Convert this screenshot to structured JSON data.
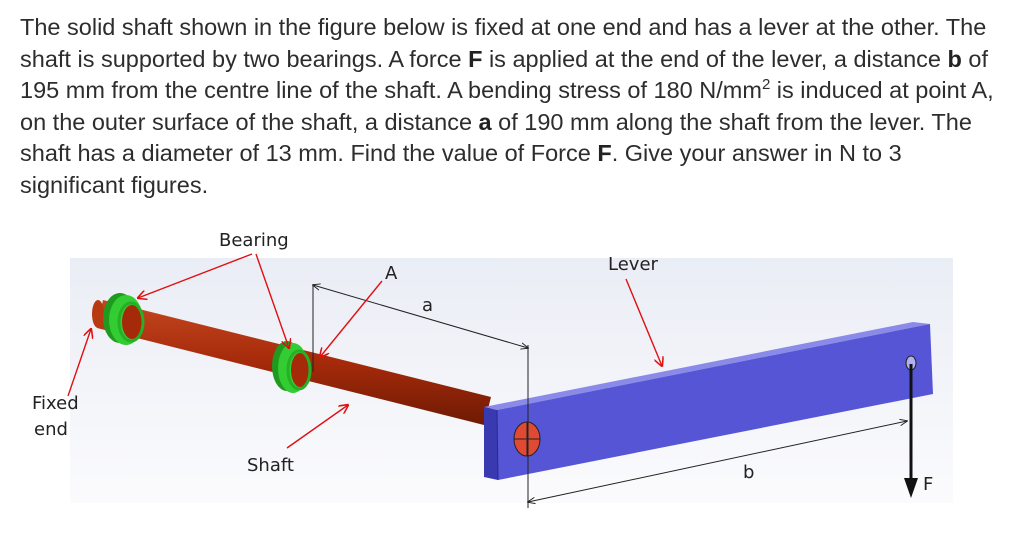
{
  "question": {
    "p1": "The solid shaft shown in the figure below is fixed at one end and has a lever at the other. The shaft is supported by two bearings. A force ",
    "force_symbol": "F",
    "p2": " is applied at the end of the lever, a distance ",
    "b_symbol": "b",
    "p3": " of 195 mm from the centre line of the shaft. A bending stress of 180 N/mm",
    "superscript": "2",
    "p4": "  is induced at point A, on the outer surface of the shaft, a distance ",
    "a_symbol": "a",
    "p5": " of 190 mm along the shaft from the lever. The shaft has a diameter of 13 mm. Find the value of Force ",
    "force_symbol_2": "F",
    "p6": ". Give your answer in N to 3 significant figures."
  },
  "figure": {
    "labels": {
      "bearing": "Bearing",
      "lever": "Lever",
      "point_a": "A",
      "dim_a": "a",
      "fixed_end_line1": "Fixed",
      "fixed_end_line2": "end",
      "shaft": "Shaft",
      "dim_b": "b",
      "force": "F"
    },
    "colors": {
      "shaft": "#a52a0a",
      "bearing": "#33cc33",
      "lever": "#5555d5",
      "arrow": "#e01010",
      "hole": "#e04a33"
    }
  }
}
